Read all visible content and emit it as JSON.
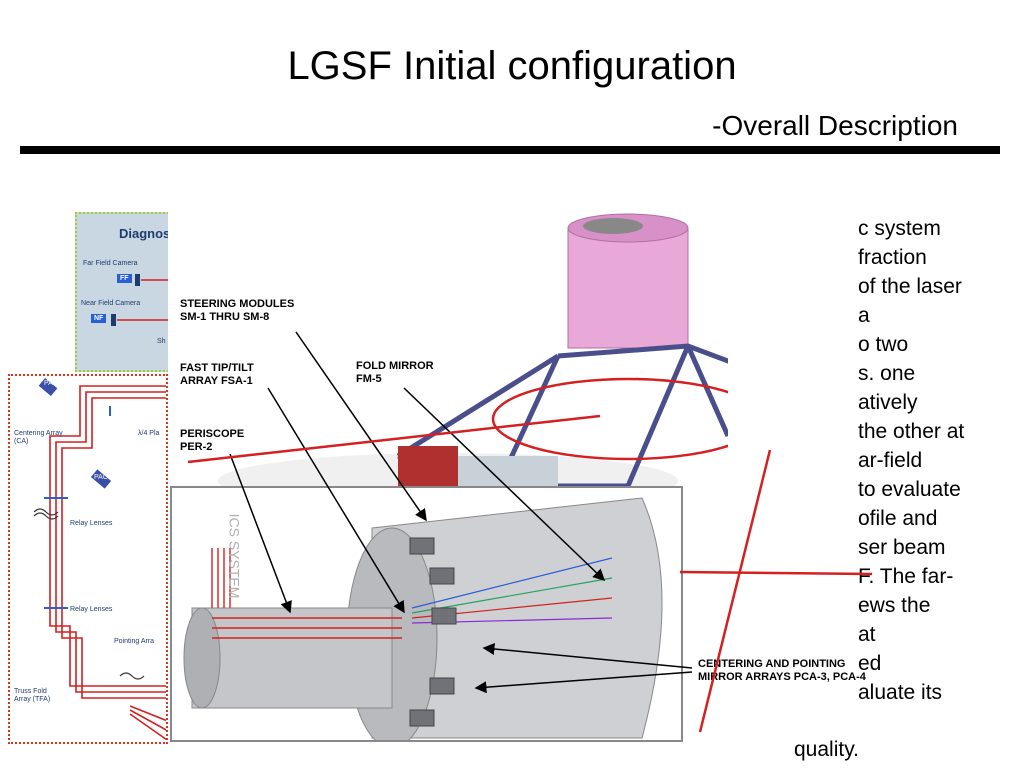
{
  "slide": {
    "title": "LGSF Initial configuration",
    "subtitle": "-Overall Description"
  },
  "body_lines": [
    "c system",
    "fraction",
    "of the laser",
    "a",
    "o two",
    "s. one",
    "atively",
    "the other at",
    "ar-field",
    "to evaluate",
    "ofile and",
    "ser beam",
    "F.  The far-",
    "ews the",
    "at",
    "ed",
    "aluate its"
  ],
  "last_line": "quality.",
  "diagnostic_panel": {
    "heading": "Diagnosti",
    "far_field_camera": "Far Field Camera",
    "ff": "FF",
    "near_field_camera": "Near Field Camera",
    "nf": "NF",
    "sh": "Sh"
  },
  "layout_panel": {
    "pac_top": "PAC",
    "centering_array": "Centering Array",
    "ca": "(CA)",
    "lambda_plate": "λ/4 Pla",
    "pac_mid": "PAC",
    "relay_lenses_1": "Relay Lenses",
    "relay_lenses_2": "Relay Lenses",
    "pointing_array": "Pointing Arra",
    "truss_fold": "Truss Fold",
    "array_tfa": "Array (TFA)"
  },
  "callouts": {
    "steering_1": "STEERING MODULES",
    "steering_2": "SM-1 THRU SM-8",
    "fast_1": "FAST TIP/TILT",
    "fast_2": "ARRAY  FSA-1",
    "periscope_1": "PERISCOPE",
    "periscope_2": "PER-2",
    "fold_1": "FOLD MIRROR",
    "fold_2": "FM-5",
    "centering_1": "CENTERING AND POINTING",
    "centering_2": "MIRROR ARRAYS  PCA-3, PCA-4"
  },
  "inset_watermark": "ICS SYSTEM",
  "colors": {
    "rule": "#000000",
    "beam": "#d42020",
    "ellipse": "#d42020",
    "truss": "#4a4f8c",
    "enclosure": "#e8a8d8"
  }
}
